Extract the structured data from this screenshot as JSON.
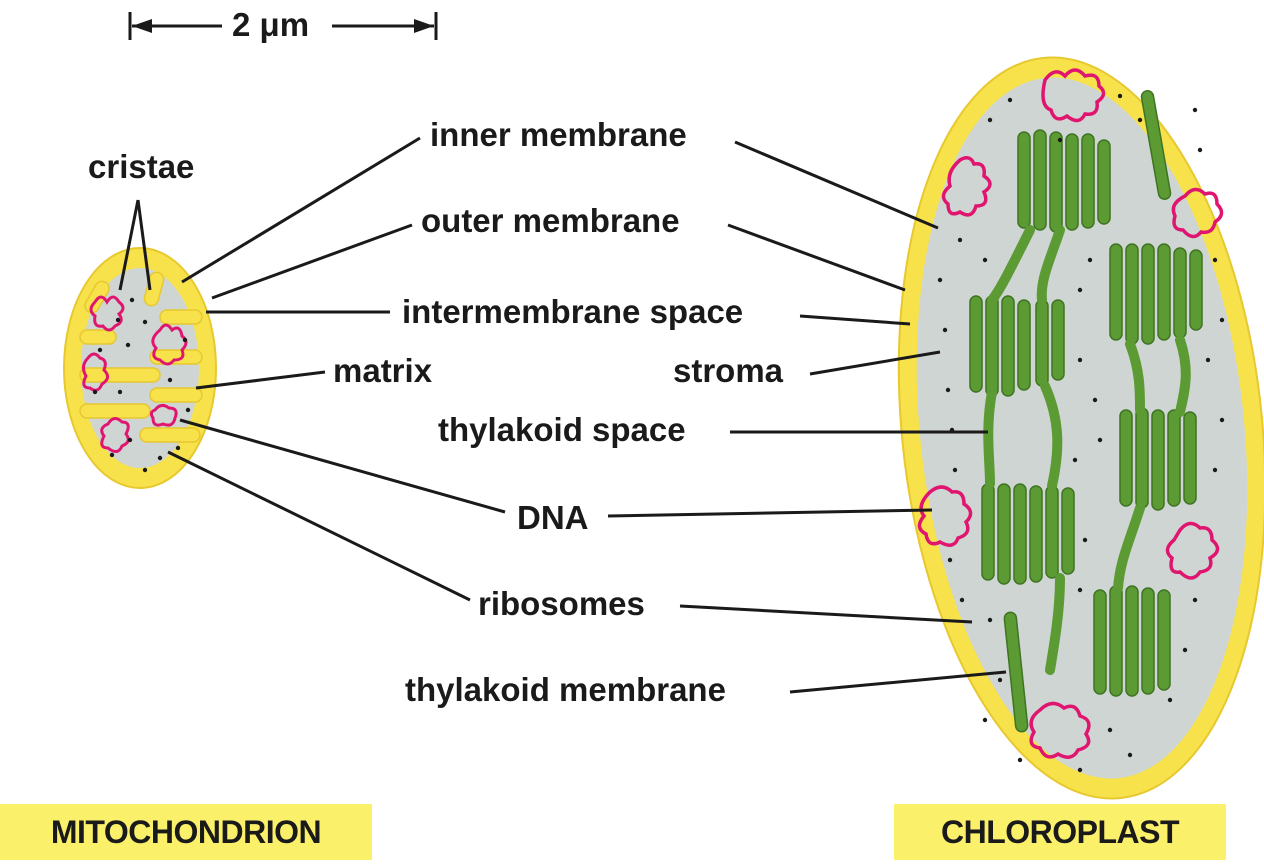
{
  "scale": {
    "label": "2 μm"
  },
  "labels": {
    "cristae": "cristae",
    "inner_membrane": "inner membrane",
    "outer_membrane": "outer membrane",
    "intermembrane_space": "intermembrane space",
    "matrix": "matrix",
    "stroma": "stroma",
    "thylakoid_space": "thylakoid space",
    "dna": "DNA",
    "ribosomes": "ribosomes",
    "thylakoid_membrane": "thylakoid membrane"
  },
  "organelles": {
    "mitochondrion": "MITOCHONDRION",
    "chloroplast": "CHLOROPLAST"
  },
  "colors": {
    "membrane": "#f7e24c",
    "membrane_edge": "#e7c82f",
    "interior": "#cfd5d3",
    "thylakoid": "#5c9a33",
    "thylakoid_dark": "#3e7423",
    "dna": "#e0156f",
    "label_box": "#fbf06a",
    "leader_line": "#1a1a1a"
  }
}
